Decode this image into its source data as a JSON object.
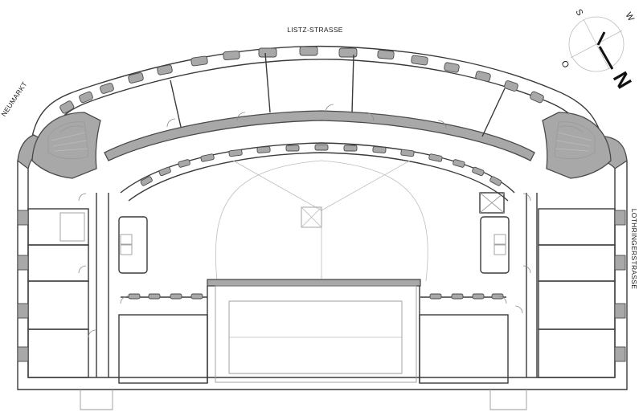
{
  "streets": {
    "north": "LISTZ-STRASSE",
    "west": "NEUMARKT",
    "east": "LOTHRINGERSTRASSE"
  },
  "compass": {
    "north": "N",
    "south": "S",
    "east": "O",
    "west": "W"
  },
  "colors": {
    "wall_fill": "#a8a8a8",
    "outline": "#3a3a3a",
    "background": "#ffffff"
  }
}
